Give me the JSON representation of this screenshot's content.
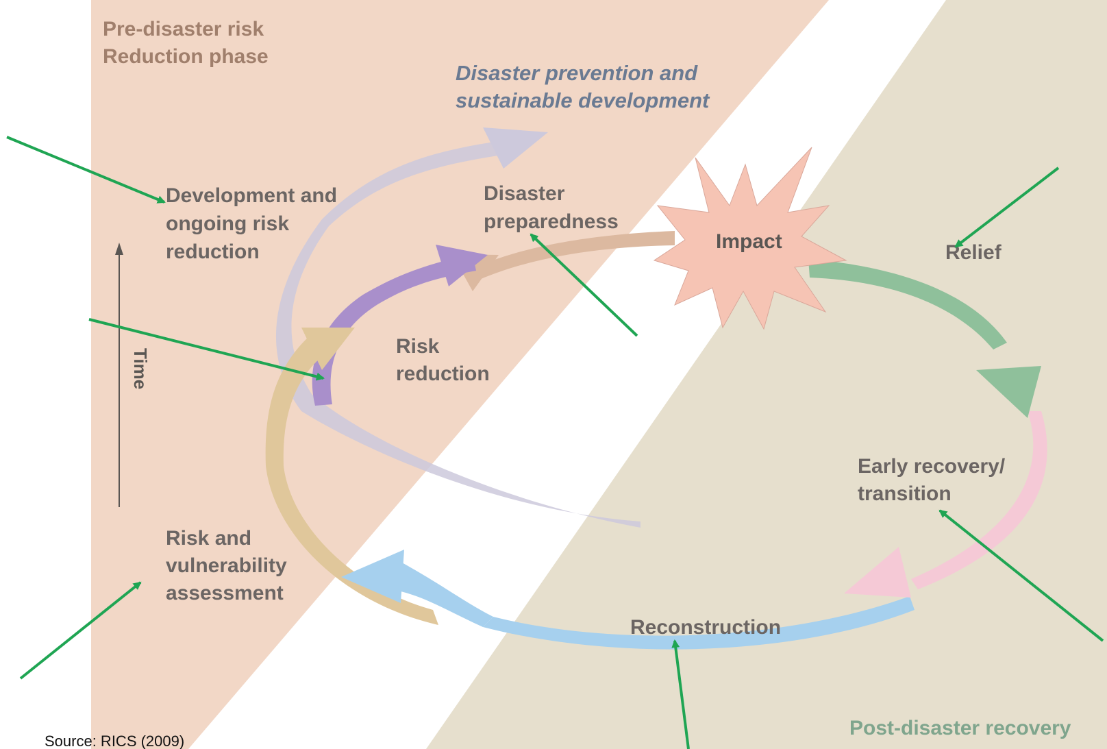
{
  "phases": {
    "pre_disaster_line1": "Pre-disaster risk",
    "pre_disaster_line2": "Reduction phase",
    "post_disaster": "Post-disaster recovery"
  },
  "outer_goal": {
    "line1": "Disaster prevention and",
    "line2": "sustainable development"
  },
  "center": {
    "impact": "Impact"
  },
  "stages": {
    "relief": "Relief",
    "early_recovery_line1": "Early recovery/",
    "early_recovery_line2": "transition",
    "reconstruction": "Reconstruction",
    "risk_assessment_line1": "Risk and",
    "risk_assessment_line2": "vulnerability",
    "risk_assessment_line3": "assessment",
    "risk_reduction_line1": "Risk",
    "risk_reduction_line2": "reduction",
    "preparedness_line1": "Disaster",
    "preparedness_line2": "preparedness",
    "development_line1": "Development and",
    "development_line2": "ongoing risk",
    "development_line3": "reduction"
  },
  "time_axis": {
    "label": "Time"
  },
  "source": "Source: RICS (2009)",
  "colors": {
    "pre_phase_bg": "#f2d7c6",
    "post_phase_bg": "#e6dfcd",
    "annotation_arrow": "#1fa553",
    "relief_arrow": "#8fc09b",
    "early_recovery_arrow": "#f5c9d6",
    "reconstruction_arrow": "#a6d0ee",
    "assessment_arrow": "#e0c79b",
    "risk_reduction_arrow": "#a98fcb",
    "preparedness_arrow": "#dcb9a0",
    "development_arrow": "#cdc9dc",
    "impact_burst": "#f6c4b4"
  }
}
